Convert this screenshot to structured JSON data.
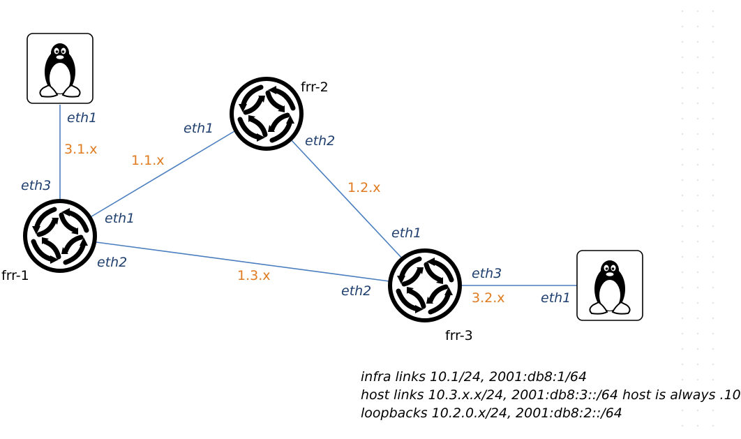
{
  "nodes": {
    "frr1": {
      "label": "frr-1",
      "icon": "router-icon"
    },
    "frr2": {
      "label": "frr-2",
      "icon": "router-icon"
    },
    "frr3": {
      "label": "frr-3",
      "icon": "router-icon"
    },
    "host1": {
      "icon": "linux-tux-icon"
    },
    "host2": {
      "icon": "linux-tux-icon"
    }
  },
  "links": {
    "host1_frr1": {
      "subnet": "3.1.x",
      "host_if": "eth1",
      "router_if": "eth3"
    },
    "frr1_frr2": {
      "subnet": "1.1.x",
      "a_if": "eth1",
      "b_if": "eth1"
    },
    "frr2_frr3": {
      "subnet": "1.2.x",
      "a_if": "eth2",
      "b_if": "eth1"
    },
    "frr1_frr3": {
      "subnet": "1.3.x",
      "a_if": "eth2",
      "b_if": "eth2"
    },
    "frr3_host2": {
      "subnet": "3.2.x",
      "router_if": "eth3",
      "host_if": "eth1"
    }
  },
  "notes": [
    "infra links 10.1/24, 2001:db8:1/64",
    "host links 10.3.x.x/24, 2001:db8:3::/64 host is always .10",
    "loopbacks 10.2.0.x/24, 2001:db8:2::/64"
  ],
  "colors": {
    "link": "#4a7ebf",
    "interface_label": "#1f3f6e",
    "subnet_label": "#e07a1f"
  }
}
